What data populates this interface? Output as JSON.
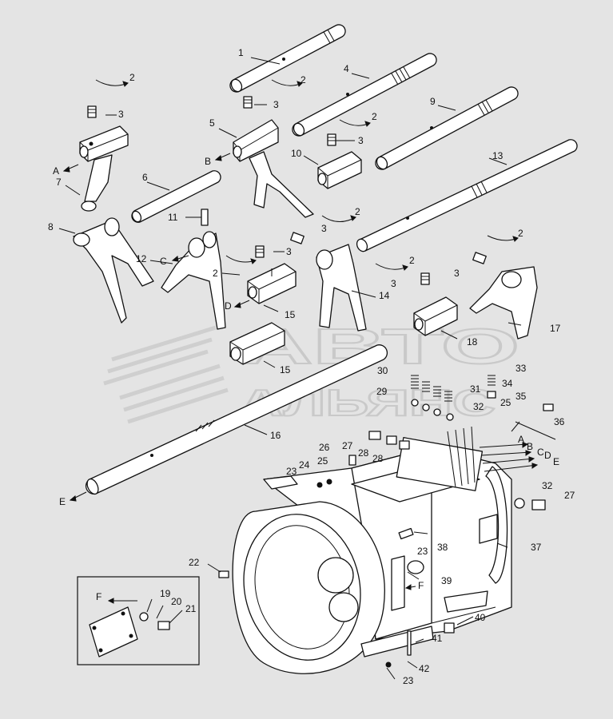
{
  "watermark": {
    "line1": "АВТО",
    "line2": "АЛЬЯНС"
  },
  "callouts": {
    "n1": "1",
    "n2": "2",
    "n3": "3",
    "n4": "4",
    "n5": "5",
    "n6": "6",
    "n7": "7",
    "n8": "8",
    "n9": "9",
    "n10": "10",
    "n11": "11",
    "n12": "12",
    "n13": "13",
    "n14": "14",
    "n15": "15",
    "n16": "16",
    "n17": "17",
    "n18": "18",
    "n19": "19",
    "n20": "20",
    "n21": "21",
    "n22": "22",
    "n23": "23",
    "n24": "24",
    "n25": "25",
    "n26": "26",
    "n27": "27",
    "n28": "28",
    "n29": "29",
    "n30": "30",
    "n31": "31",
    "n32": "32",
    "n33": "33",
    "n34": "34",
    "n35": "35",
    "n36": "36",
    "n37": "37",
    "n38": "38",
    "n39": "39",
    "n40": "40",
    "n41": "41",
    "n42": "42"
  },
  "letters": {
    "a": "A",
    "b": "B",
    "c": "C",
    "d": "D",
    "e": "E",
    "f": "F"
  }
}
